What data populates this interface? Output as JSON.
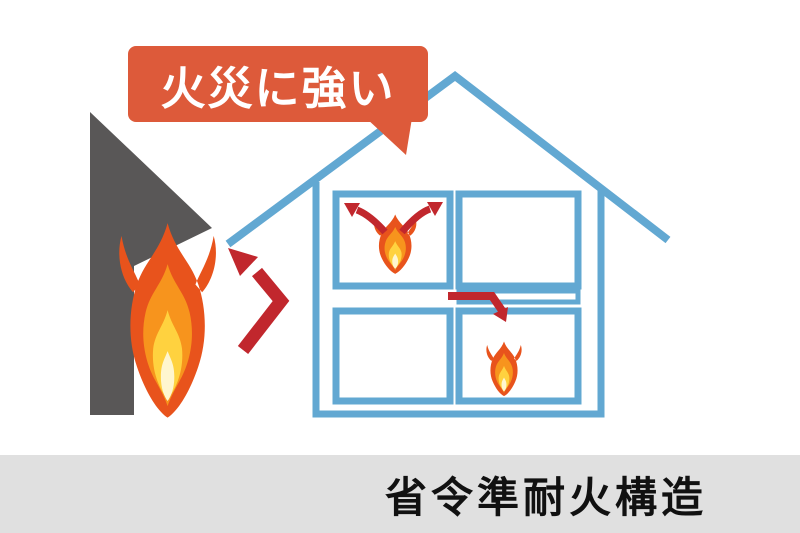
{
  "bubble": {
    "text": "火災に強い"
  },
  "footer": {
    "title": "省令準耐火構造"
  },
  "colors": {
    "bubble_bg": "#dd5a3a",
    "bubble_text": "#ffffff",
    "house_outline": "#62a8d2",
    "arrow": "#c1272d",
    "neighbor_wall": "#595757",
    "flame_outer": "#e8531c",
    "flame_mid": "#f7941d",
    "flame_inner": "#ffd23f",
    "flame_core": "#fff6cf",
    "footer_bg": "#e0e0e0",
    "footer_text": "#111111"
  },
  "icons": {
    "flame": "flame-icon",
    "deflect_arrow": "bent-arrow-icon",
    "spread_arrows": "curved-arrow-icons",
    "floor_arrow": "bent-arrow-icon",
    "bubble": "speech-bubble"
  }
}
